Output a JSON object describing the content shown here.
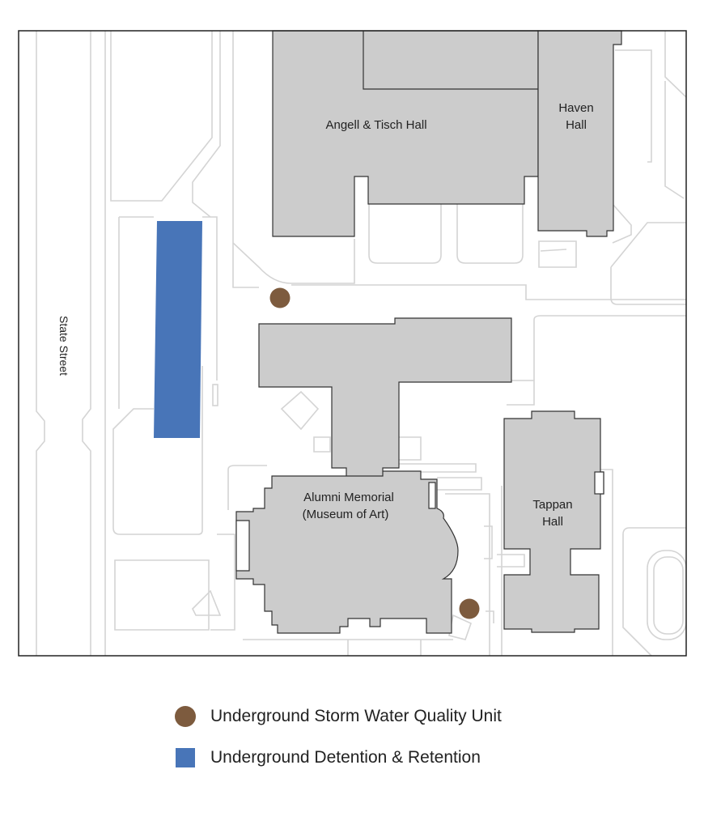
{
  "map": {
    "street_label": "State Street",
    "buildings": [
      {
        "name": "Angell & Tisch Hall",
        "lines": [
          "Angell & Tisch Hall"
        ]
      },
      {
        "name": "Haven Hall",
        "lines": [
          "Haven",
          "Hall"
        ]
      },
      {
        "name": "Alumni Memorial (Museum of Art)",
        "lines": [
          "Alumni Memorial",
          "(Museum of Art)"
        ]
      },
      {
        "name": "Tappan Hall",
        "lines": [
          "Tappan",
          "Hall"
        ]
      }
    ],
    "storm_units_count": 2
  },
  "legend": {
    "items": [
      {
        "label": "Underground Storm Water Quality Unit",
        "symbol": "circle",
        "color": "#7d5b3e"
      },
      {
        "label": "Underground Detention & Retention",
        "symbol": "square",
        "color": "#4875b8"
      }
    ]
  },
  "colors": {
    "building_fill": "#cccccc",
    "building_stroke": "#333333",
    "path_line": "#d4d4d4",
    "frame": "#222222"
  }
}
